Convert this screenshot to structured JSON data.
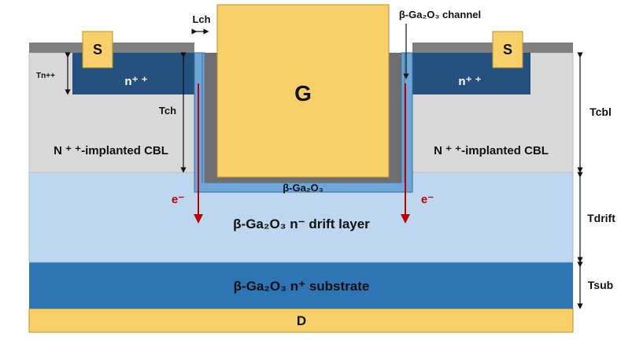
{
  "labels": {
    "gate": "G",
    "source_left": "S",
    "source_right": "S",
    "drain": "D",
    "lch": "Lch",
    "channel": "β-Ga₂O₃ channel",
    "tn": "Tn++",
    "tch": "Tch",
    "npp_left": "n⁺ ⁺",
    "npp_right": "n⁺ ⁺",
    "cbl_left": "N ⁺ ⁺-implanted CBL",
    "cbl_right": "N ⁺ ⁺-implanted CBL",
    "ga2o3_bottom": "β-Ga₂O₃",
    "electron_left": "e⁻",
    "electron_right": "e⁻",
    "drift": "β-Ga₂O₃ n⁻ drift layer",
    "substrate": "β-Ga₂O₃ n⁺ substrate",
    "tcbl": "Tcbl",
    "tdrift": "Tdrift",
    "tsub": "Tsub"
  },
  "colors": {
    "gate_gold": "#f7d06a",
    "gold_stroke": "#b8902a",
    "oxide_gray": "#6d6e71",
    "channel_blue": "#6fa6d8",
    "npp_navy": "#24507e",
    "cbl_gray": "#d9d9d9",
    "drift_blue": "#bdd7ee",
    "substrate_blue": "#2e75b6",
    "electron_red": "#c00000",
    "dim_black": "#111111"
  }
}
